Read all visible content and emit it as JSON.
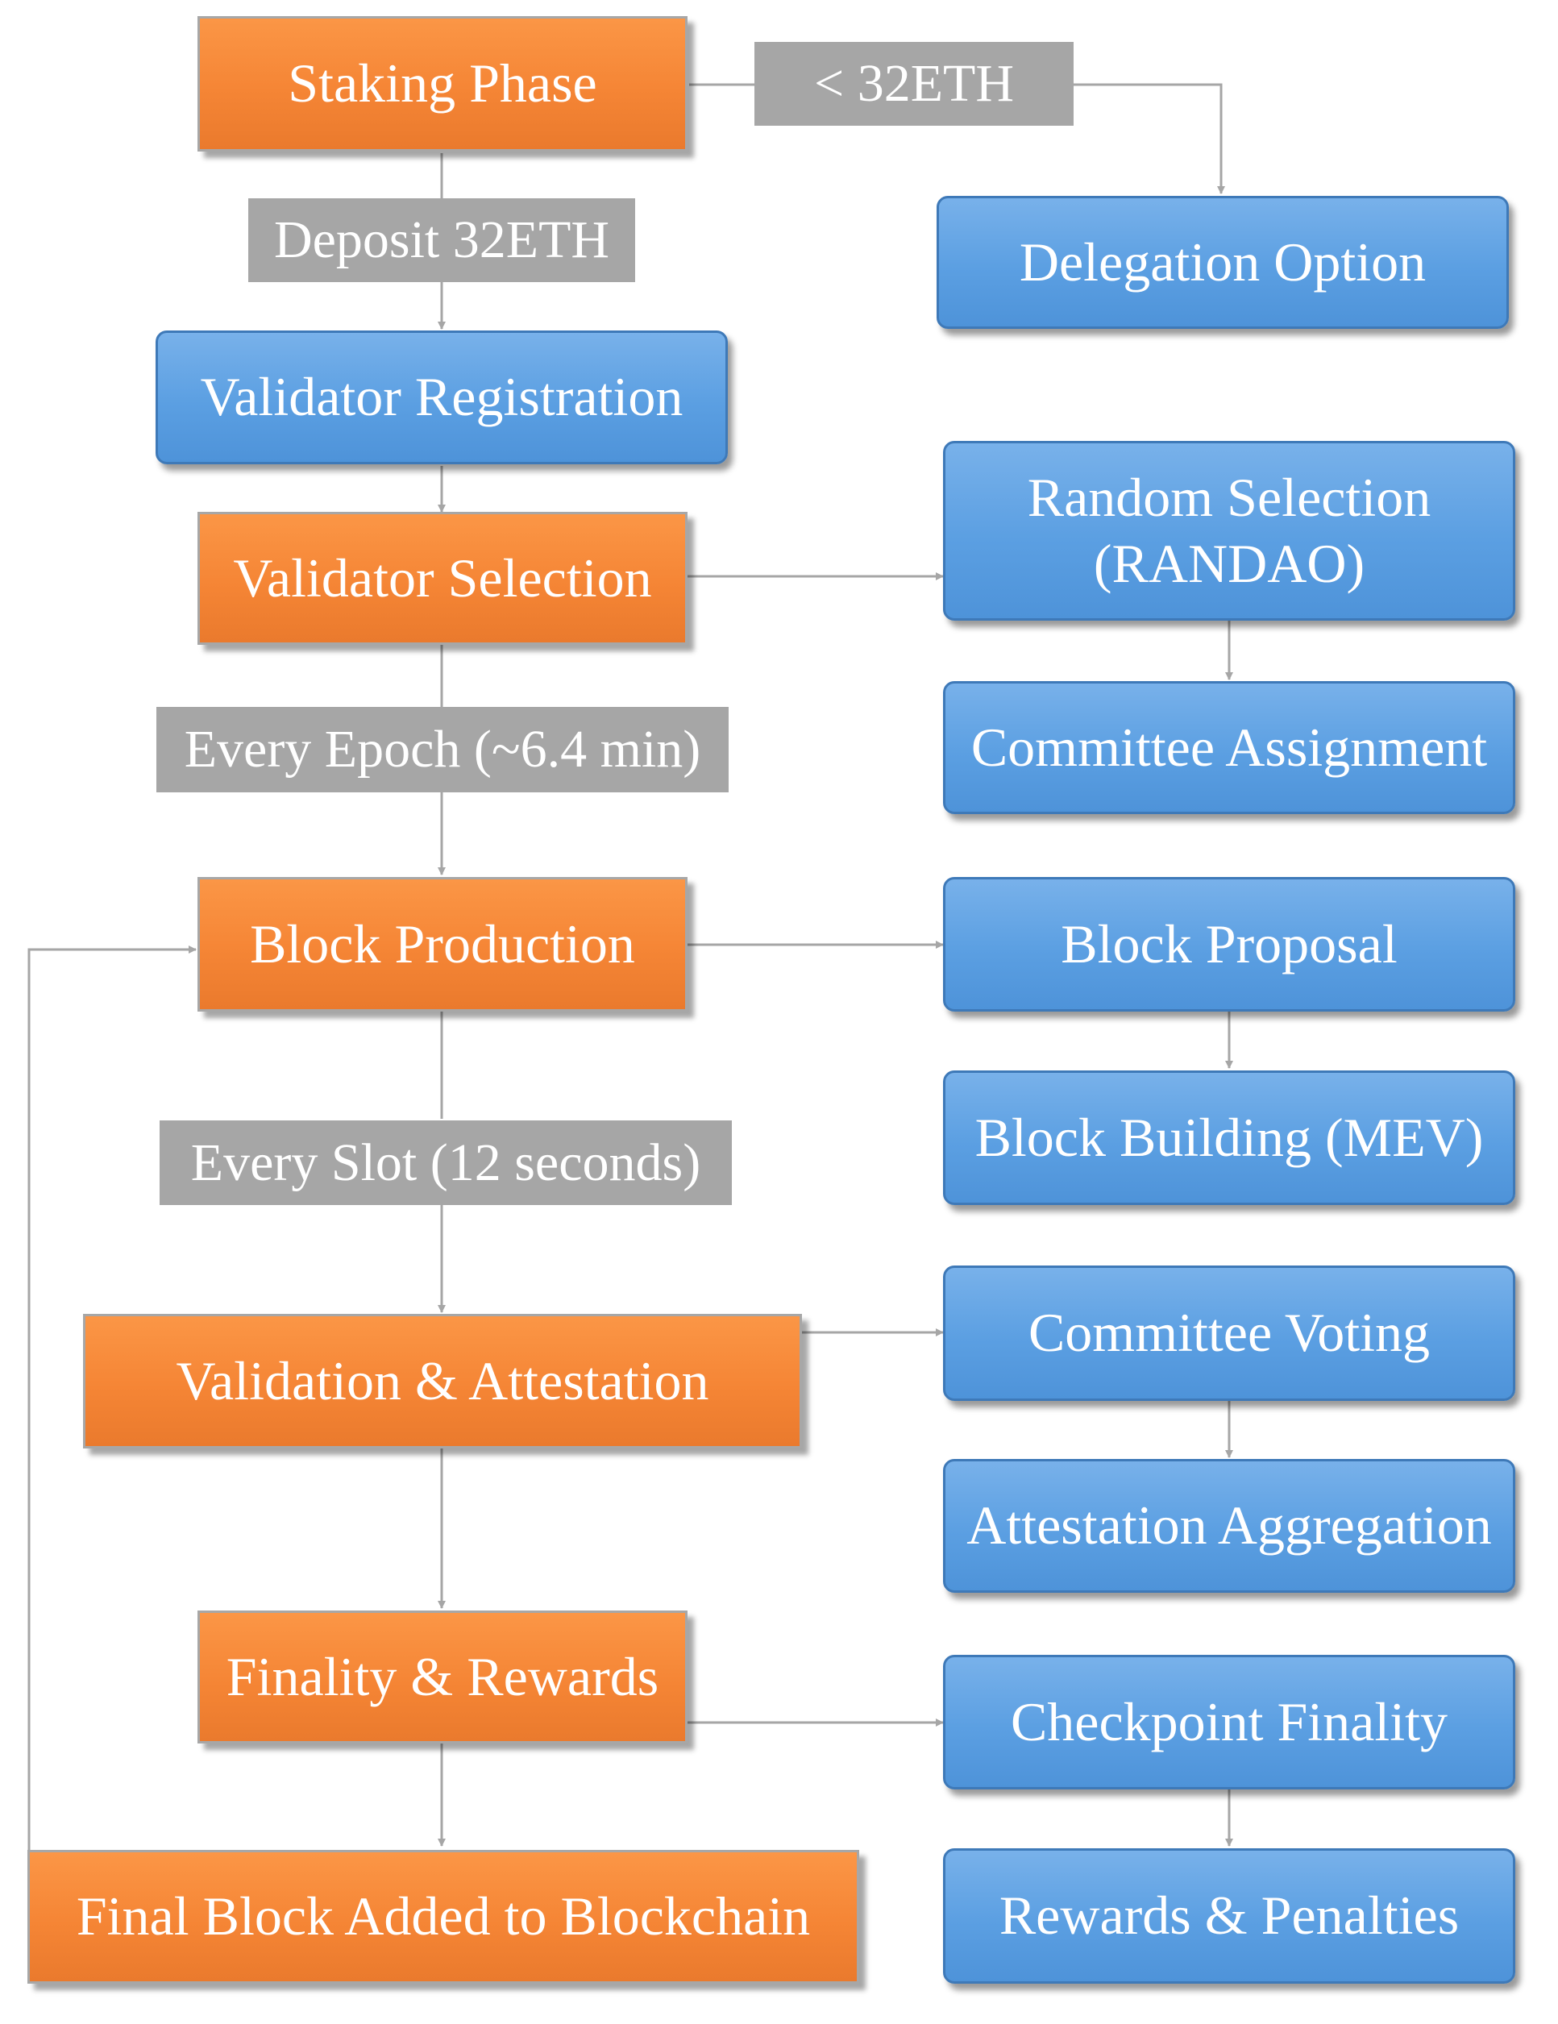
{
  "nodes": {
    "staking_phase": "Staking Phase",
    "lt_32eth": "< 32ETH",
    "delegation_option": "Delegation Option",
    "deposit_32eth": "Deposit 32ETH",
    "validator_registration": "Validator Registration",
    "validator_selection": "Validator Selection",
    "random_selection_line1": "Random Selection",
    "random_selection_line2": "(RANDAO)",
    "every_epoch": "Every Epoch (~6.4 min)",
    "committee_assignment": "Committee Assignment",
    "block_production": "Block Production",
    "block_proposal": "Block Proposal",
    "block_building": "Block Building (MEV)",
    "every_slot": "Every Slot (12 seconds)",
    "validation_attestation": "Validation & Attestation",
    "committee_voting": "Committee Voting",
    "attestation_aggregation": "Attestation Aggregation",
    "finality_rewards": "Finality & Rewards",
    "checkpoint_finality": "Checkpoint Finality",
    "final_block": "Final Block Added to Blockchain",
    "rewards_penalties": "Rewards & Penalties"
  },
  "colors": {
    "phase_box": "#f58535",
    "detail_box": "#5b9fe2",
    "condition_label": "#a6a6a6",
    "connector": "#a6a6a6",
    "text": "#ffffff"
  }
}
